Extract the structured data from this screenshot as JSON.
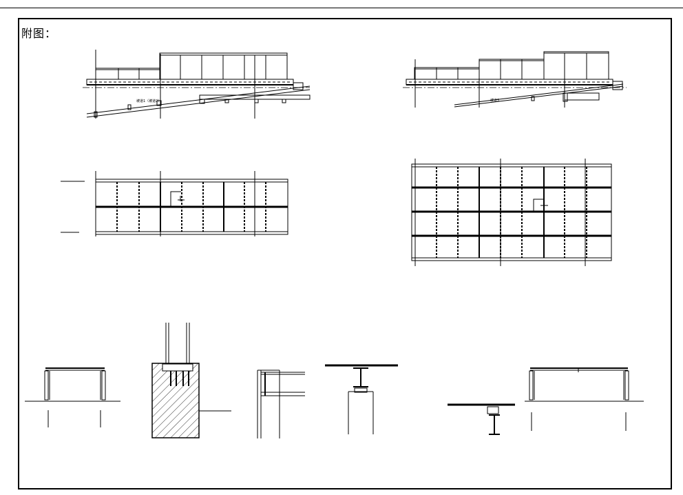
{
  "page": {
    "heading": "附图："
  },
  "drawings": {
    "elevation_left": {
      "slope_label": "坡道1（坡道2）"
    },
    "elevation_right": {
      "slope_label": "坡道3"
    }
  }
}
